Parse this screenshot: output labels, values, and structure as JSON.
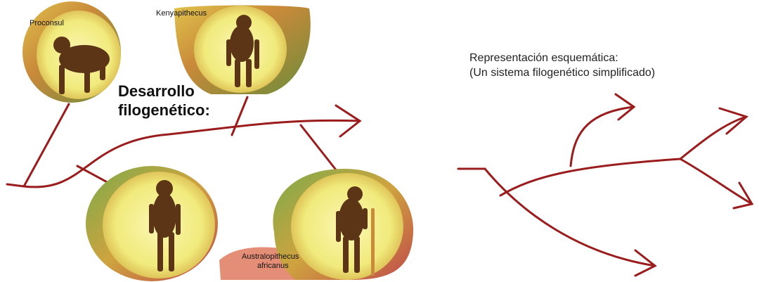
{
  "left_panel": {
    "heading_line1": "Desarrollo",
    "heading_line2": "filogenético:",
    "hominids": [
      {
        "label": "Proconsul"
      },
      {
        "label": "Kenyapithecus"
      },
      {
        "label": ""
      },
      {
        "label": "Australopithecus",
        "label_line2": "africanus"
      }
    ]
  },
  "right_panel": {
    "title_line1": "Representación esquemática:",
    "title_line2": "(Un sistema filogenético simplificado)"
  },
  "colors": {
    "branch": "#9b1c1c",
    "medallion": "#f3ee8a",
    "figure": "#5c3416"
  }
}
